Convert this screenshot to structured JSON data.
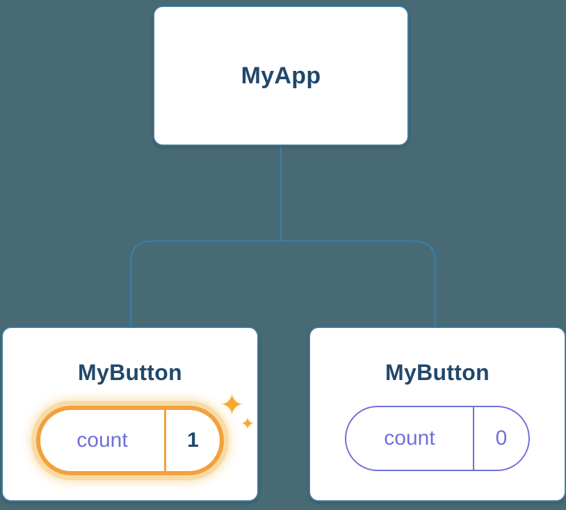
{
  "colors": {
    "background": "#476a74",
    "card_bg": "#ffffff",
    "card_border": "#3a7ca8",
    "connector": "#3a7ca8",
    "title_text": "#21486b",
    "state_text": "#6f6fd8",
    "state_border": "#6f6fd8",
    "highlight_border": "#f2a13c",
    "highlight_glow": "#f9dba6",
    "highlight_value": "#21486b",
    "sparkle": "#f6a82b"
  },
  "icons": {
    "sparkle": "✦"
  },
  "tree": {
    "root": {
      "label": "MyApp"
    },
    "children": [
      {
        "label": "MyButton",
        "state": {
          "key": "count",
          "value": "1"
        },
        "highlighted": true
      },
      {
        "label": "MyButton",
        "state": {
          "key": "count",
          "value": "0"
        },
        "highlighted": false
      }
    ]
  }
}
